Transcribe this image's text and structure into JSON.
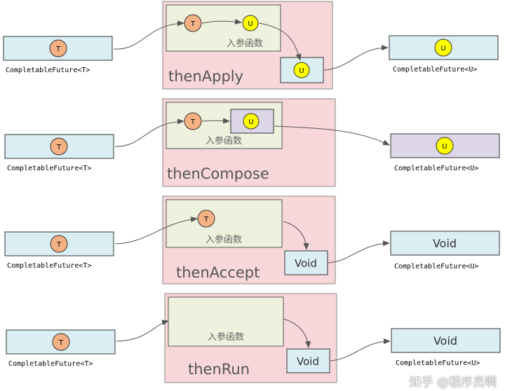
{
  "panels": [
    {
      "method": "thenApply",
      "input": {
        "type_label": "CompletableFuture<T>",
        "node": "T"
      },
      "fn": {
        "label": "入参函数",
        "arg": "T",
        "ret": "U"
      },
      "inner_result": "U",
      "output": {
        "type_label": "CompletableFuture<U>",
        "node": "U",
        "text": ""
      }
    },
    {
      "method": "thenCompose",
      "input": {
        "type_label": "CompletableFuture<T>",
        "node": "T"
      },
      "fn": {
        "label": "入参函数",
        "arg": "T",
        "ret": "U"
      },
      "output": {
        "type_label": "CompletableFuture<U>",
        "node": "U",
        "text": ""
      }
    },
    {
      "method": "thenAccept",
      "input": {
        "type_label": "CompletableFuture<T>",
        "node": "T"
      },
      "fn": {
        "label": "入参函数",
        "arg": "T"
      },
      "inner_result": "Void",
      "output": {
        "type_label": "CompletableFuture<U>",
        "text": "Void"
      }
    },
    {
      "method": "thenRun",
      "input": {
        "type_label": "CompletableFuture<T>",
        "node": "T"
      },
      "fn": {
        "label": "入参函数"
      },
      "inner_result": "Void",
      "output": {
        "type_label": "CompletableFuture<U>",
        "text": "Void"
      }
    }
  ],
  "watermark": "知乎 @程序员啊",
  "colors": {
    "box_blue": "#dbeef3",
    "box_purple": "#dcd6e6",
    "panel_pink": "#f8d7da",
    "fn_green": "#eef1dd",
    "node_t": "#f4b183",
    "node_u": "#ffff00",
    "arrow": "#555555"
  }
}
